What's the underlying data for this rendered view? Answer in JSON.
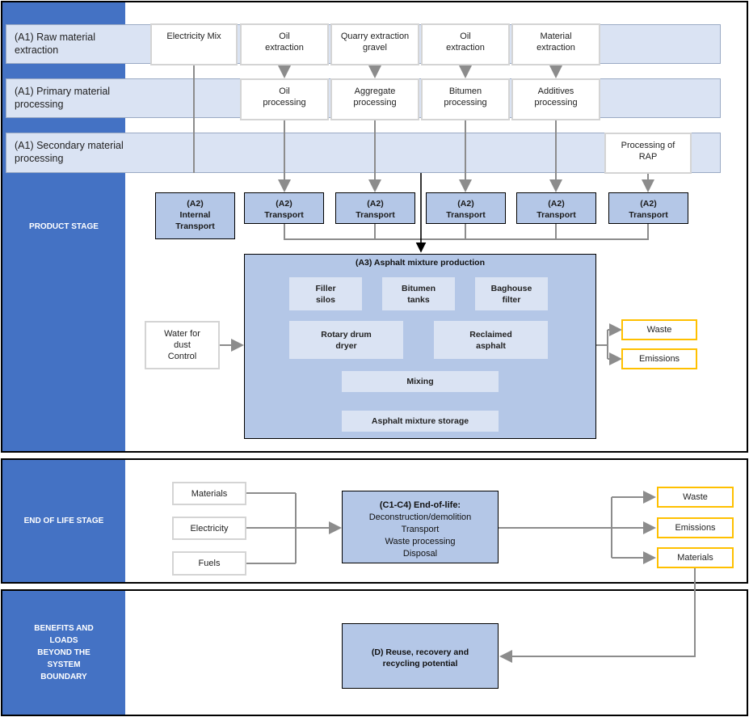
{
  "product_stage": {
    "label": "PRODUCT STAGE",
    "rows": {
      "raw": "(A1) Raw material extraction",
      "primary": "(A1) Primary material processing",
      "secondary": "(A1) Secondary material processing"
    },
    "raw_boxes": [
      "Electricity Mix",
      "Oil extraction",
      "Quarry extraction gravel",
      "Oil extraction",
      "Material extraction"
    ],
    "primary_boxes": [
      "Oil processing",
      "Aggregate processing",
      "Bitumen processing",
      "Additives processing"
    ],
    "secondary_box": "Processing of RAP",
    "transport": {
      "internal": "(A2) Internal Transport",
      "items": [
        "(A2) Transport",
        "(A2) Transport",
        "(A2) Transport",
        "(A2) Transport",
        "(A2) Transport"
      ]
    },
    "a3": {
      "title": "(A3) Asphalt mixture production",
      "filler": "Filler silos",
      "bitumen_tanks": "Bitumen tanks",
      "baghouse": "Baghouse filter",
      "dryer": "Rotary drum dryer",
      "reclaimed": "Reclaimed asphalt",
      "mixing": "Mixing",
      "storage": "Asphalt mixture storage"
    },
    "water": "Water for dust Control",
    "outputs": [
      "Waste",
      "Emissions"
    ]
  },
  "end_of_life": {
    "label": "END OF LIFE STAGE",
    "inputs": [
      "Materials",
      "Electricity",
      "Fuels"
    ],
    "main": {
      "title": "(C1-C4) End-of-life:",
      "lines": [
        "Deconstruction/demolition",
        "Transport",
        "Waste processing",
        "Disposal"
      ]
    },
    "outputs": [
      "Waste",
      "Emissions",
      "Materials"
    ]
  },
  "beyond": {
    "label": "BENEFITS AND LOADS BEYOND THE SYSTEM BOUNDARY",
    "box": "(D) Reuse, recovery and recycling potential"
  },
  "colors": {
    "side": "#4472c4",
    "band": "#dae3f3",
    "box_fill": "#b4c7e7",
    "output_border": "#ffc000",
    "arrow": "#8c8c8c"
  }
}
